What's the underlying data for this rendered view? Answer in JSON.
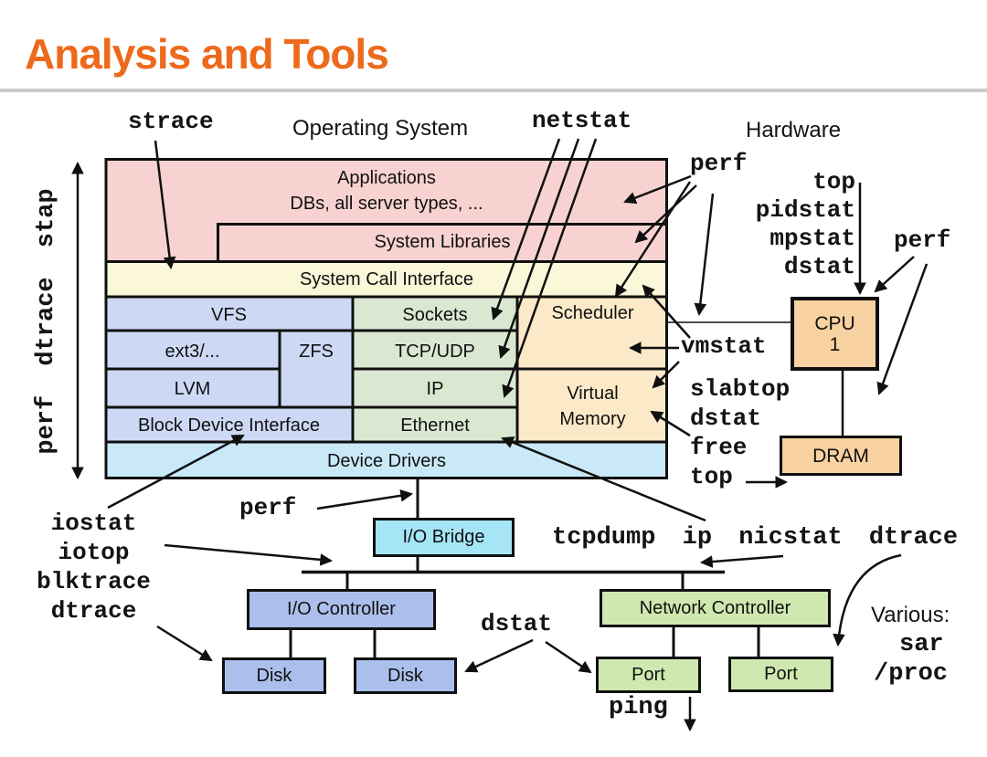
{
  "title": "Analysis and Tools",
  "labels": {
    "operating_system": "Operating System",
    "hardware": "Hardware",
    "various": "Various:"
  },
  "tools": {
    "strace": "strace",
    "netstat": "netstat",
    "perf_top": "perf",
    "perf_right": "perf",
    "perf_bottom": "perf",
    "vmstat": "vmstat",
    "dstat_bottom": "dstat",
    "ping": "ping",
    "net_tools": "tcpdump ip nicstat dtrace",
    "left_vertical": "perf dtrace stap",
    "cpu_stack": [
      "top",
      "pidstat",
      "mpstat",
      "dstat"
    ],
    "mem_stack": [
      "slabtop",
      "dstat",
      "free",
      "top"
    ],
    "io_stack": [
      "iostat",
      "iotop",
      "blktrace",
      "dtrace"
    ],
    "various_tools": [
      "sar",
      "/proc"
    ]
  },
  "os_diagram": {
    "applications": "Applications",
    "applications_sub": "DBs, all server types, ...",
    "system_libraries": "System Libraries",
    "system_call_interface": "System Call Interface",
    "vfs": "VFS",
    "sockets": "Sockets",
    "scheduler": "Scheduler",
    "ext3": "ext3/...",
    "zfs": "ZFS",
    "tcp_udp": "TCP/UDP",
    "lvm": "LVM",
    "ip": "IP",
    "virtual_memory_line1": "Virtual",
    "virtual_memory_line2": "Memory",
    "block_device_interface": "Block Device Interface",
    "ethernet": "Ethernet",
    "device_drivers": "Device Drivers"
  },
  "hw_diagram": {
    "cpu_line1": "CPU",
    "cpu_line2": "1",
    "dram": "DRAM",
    "io_bridge": "I/O Bridge",
    "io_controller": "I/O Controller",
    "disk_1": "Disk",
    "disk_2": "Disk",
    "network_controller": "Network Controller",
    "port_1": "Port",
    "port_2": "Port"
  },
  "colors": {
    "title_orange": "#ED6A1C",
    "rule_gray": "#CBCBCB",
    "applications_pink": "#F7D2D1",
    "syscall_yellow": "#FAF8D8",
    "fs_blue": "#CDD9F4",
    "net_green": "#DAE8D2",
    "sched_cream": "#FBE9C8",
    "drivers_cyan": "#C9E9F9",
    "bridge_cyan": "#A5E5F6",
    "controller_periwinkle": "#ABBFEC",
    "port_green": "#CFE8B0",
    "hw_orange": "#F8D2A0",
    "line_black": "#101010"
  }
}
